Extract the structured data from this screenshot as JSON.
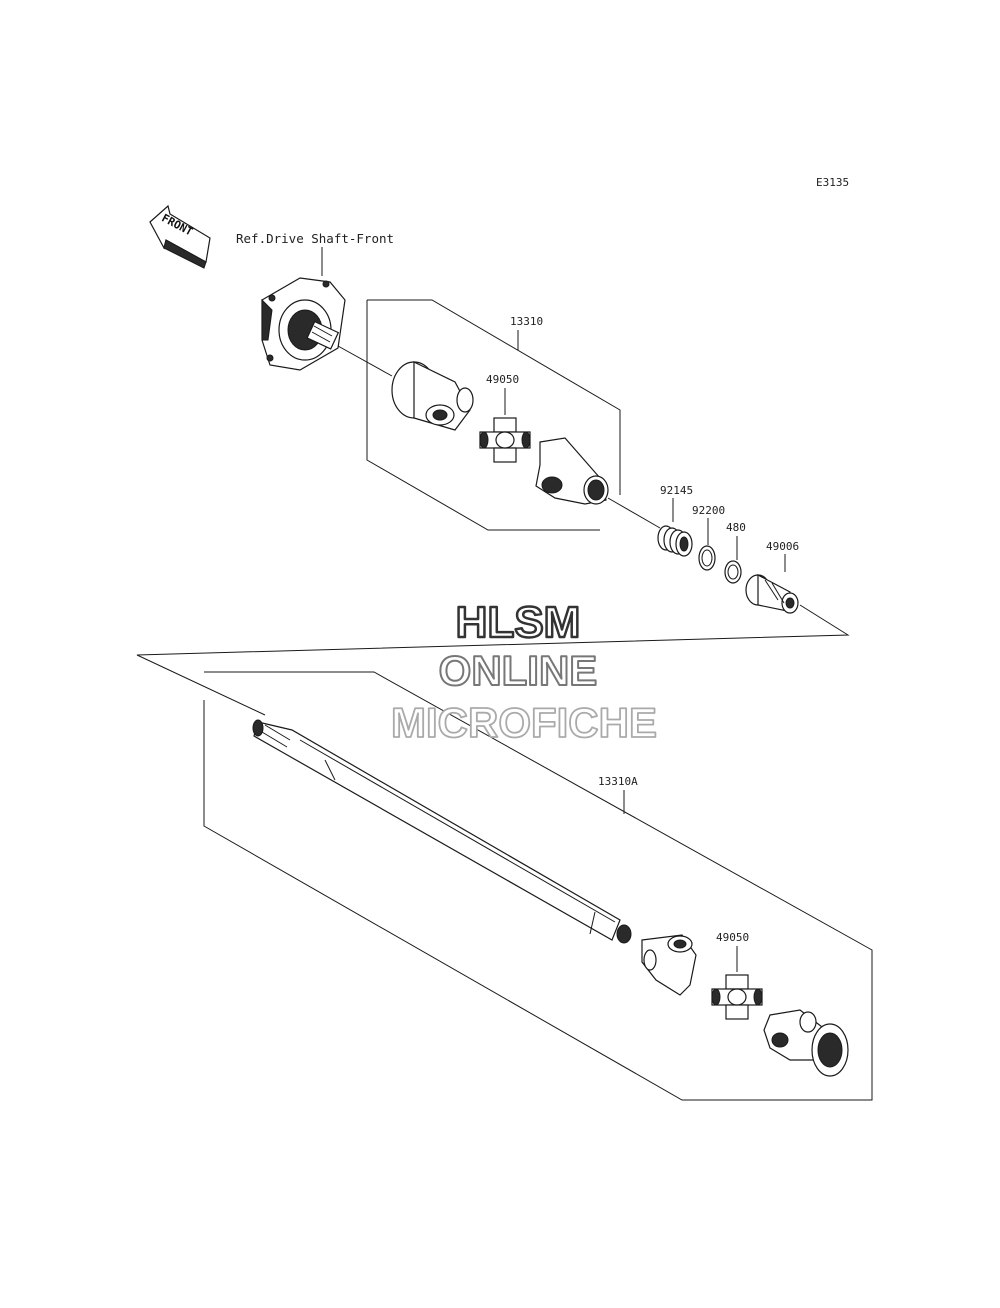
{
  "diagram_code": "E3135",
  "front_arrow_text": "FRONT",
  "reference_label": "Ref.Drive Shaft-Front",
  "watermark": {
    "line1": "HLSM",
    "line2": "ONLINE",
    "line3": "MICROFICHE"
  },
  "callouts": {
    "assembly_upper": "13310",
    "ujoint_upper": "49050",
    "spring": "92145",
    "ring_a": "92200",
    "ring_b": "480",
    "boot": "49006",
    "assembly_lower": "13310A",
    "ujoint_lower": "49050"
  }
}
